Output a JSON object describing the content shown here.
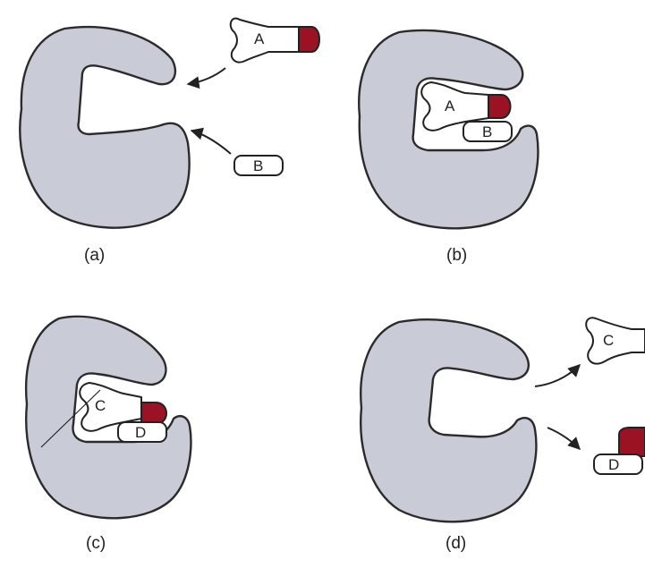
{
  "colors": {
    "enzyme": "#c9ccd6",
    "cap": "#9b1224"
  },
  "panels": [
    {
      "caption": "(a)",
      "mol_a": "A",
      "mol_b": "B"
    },
    {
      "caption": "(b)",
      "mol_a": "A",
      "mol_b": "B"
    },
    {
      "caption": "(c)",
      "mol_c": "C",
      "mol_d": "D"
    },
    {
      "caption": "(d)",
      "mol_c": "C",
      "mol_d": "D"
    }
  ]
}
